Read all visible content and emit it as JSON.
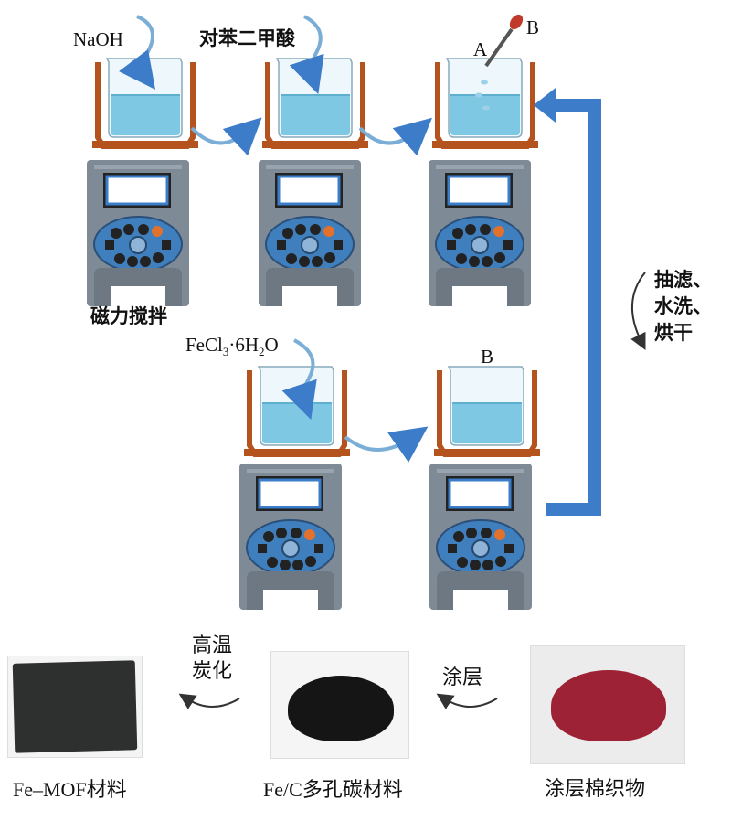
{
  "labels": {
    "naoh": "NaOH",
    "terephthalic": "对苯二甲酸",
    "label_a": "A",
    "label_b_top": "B",
    "stir": "磁力搅拌",
    "fecl3_pre": "FeCl",
    "fecl3_sub1": "3",
    "fecl3_mid": "·6H",
    "fecl3_sub2": "2",
    "fecl3_post": "O",
    "label_b_bottom": "B",
    "filter_1": "抽滤、",
    "filter_2": "水洗、",
    "filter_3": "烘干",
    "carbonize_1": "高温",
    "carbonize_2": "炭化",
    "coating": "涂层"
  },
  "captions": {
    "fe_mof": "Fe–MOF材料",
    "fe_c": "Fe/C多孔碳材料",
    "coated": "涂层棉织物"
  },
  "colors": {
    "stirrer_body": "#7f8a97",
    "stirrer_dark": "#4a4f57",
    "holder": "#b5531f",
    "liquid": "#7ec8e3",
    "arrow_blue": "#3d7cc9",
    "powder_red": "#a0233a"
  }
}
